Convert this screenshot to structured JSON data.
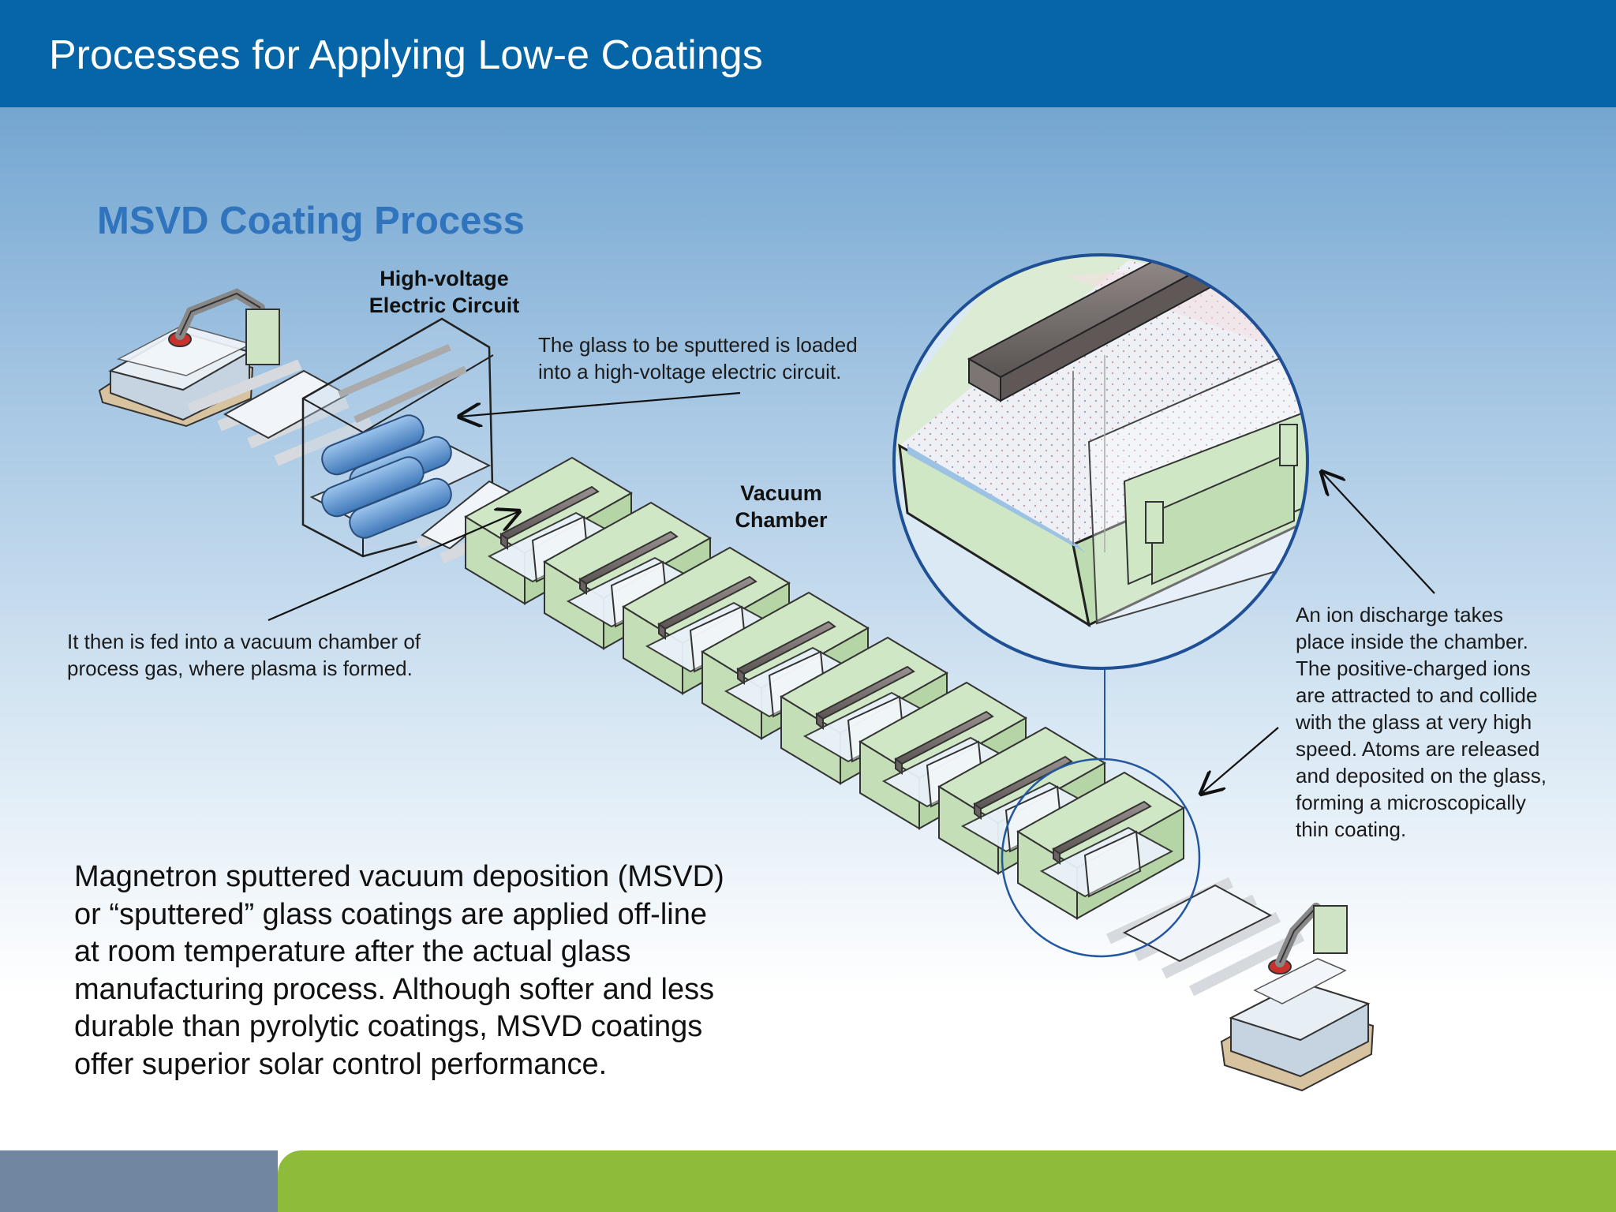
{
  "header": {
    "title": "Processes for Applying Low-e Coatings"
  },
  "section": {
    "title": "MSVD Coating Process"
  },
  "labels": {
    "circuit_line1": "High-voltage",
    "circuit_line2": "Electric Circuit",
    "vacuum_line1": "Vacuum",
    "vacuum_line2": "Chamber"
  },
  "captions": {
    "glass_loaded": [
      "The glass to be sputtered is loaded",
      "into a high-voltage electric circuit."
    ],
    "fed_into": [
      "It then is fed into a vacuum chamber of",
      "process gas, where plasma is formed."
    ],
    "ion_discharge": [
      "An ion discharge takes",
      "place inside the chamber.",
      "The positive-charged ions",
      "are attracted to and collide",
      "with the glass at very high",
      "speed. Atoms are released",
      "and deposited on the glass,",
      "forming a microscopically",
      "thin coating."
    ]
  },
  "body": {
    "lines": [
      "Magnetron sputtered vacuum deposition (MSVD)",
      "or “sputtered” glass coatings are applied off-line",
      "at room temperature after the actual glass",
      "manufacturing process. Although softer and less",
      "durable than pyrolytic coatings, MSVD coatings",
      "offer superior solar control performance."
    ]
  },
  "colors": {
    "header": "#0565a6",
    "section_title": "#2f74bd",
    "chamber_green": "#cfe7c4",
    "footer_left": "#6f87a0",
    "footer_right": "#8fbb3a"
  }
}
